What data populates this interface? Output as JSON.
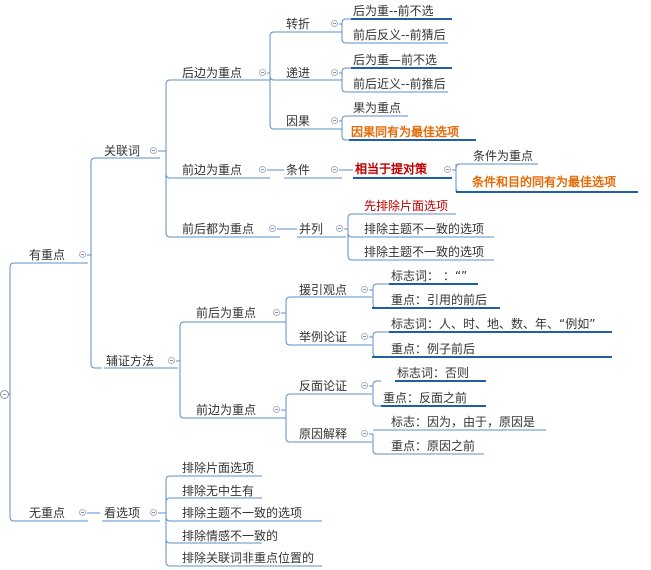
{
  "colors": {
    "line": "#5b8fc8",
    "accent_line": "#1f5fa8",
    "text": "#333333",
    "red": "#c00000",
    "orange": "#e46c0a"
  },
  "nodes": {
    "you_zhongdian": "有重点",
    "wu_zhongdian": "无重点",
    "guanlianci": "关联词",
    "fuzheng_fangfa": "辅证方法",
    "kan_xuanxiang": "看选项",
    "houbian": "后边为重点",
    "qianbian": "前边为重点",
    "qianhou_dou": "前后都为重点",
    "qianhou_wei": "前后为重点",
    "qian_wei": "前边为重点",
    "zhuanzhe": "转折",
    "dijin": "递进",
    "yinguo": "因果",
    "tiaojian": "条件",
    "binglie": "并列",
    "yuanyin_guandian": "援引观点",
    "juli_lunzheng": "举例论证",
    "fanmian_lunzheng": "反面论证",
    "yuanyin_jieshi": "原因解释",
    "zz1": "后为重--前不选",
    "zz2": "前后反义--前猜后",
    "dj1": "后为重—前不选",
    "dj2": "前后近义--前推后",
    "yg1": "果为重点",
    "yg2": "因果同有为最佳选项",
    "tj1": "相当于提对策",
    "tj2": "条件为重点",
    "tj3": "条件和目的同有为最佳选项",
    "bl1": "先排除片面选项",
    "bl2": "排除主题不一致的选项",
    "bl3": "排除主题不一致的选项",
    "yy1": "标志词：  ：“”",
    "yy2": "重点：引用的前后",
    "jl1": "标志词：人、时、地、数、年、“例如”",
    "jl2": "重点：例子前后",
    "fm1": "标志词：否则",
    "fm2": "重点：反面之前",
    "yj1": "标志：因为，由于，原因是",
    "yj2": "重点：原因之前",
    "kx1": "排除片面选项",
    "kx2": "排除无中生有",
    "kx3": "排除主题不一致的选项",
    "kx4": "排除情感不一致的",
    "kx5": "排除关联词非重点位置的"
  }
}
